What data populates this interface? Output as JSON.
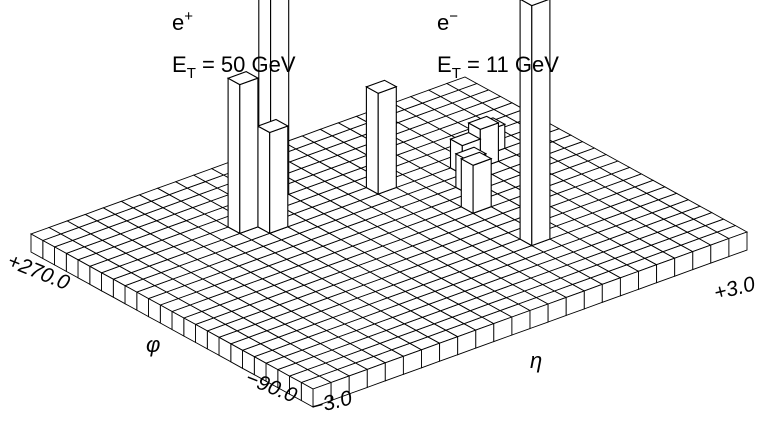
{
  "chart_data": {
    "type": "lego",
    "xlabel": "η",
    "ylabel": "φ",
    "eta_ticks": [
      "−3.0",
      "+3.0"
    ],
    "phi_ticks": [
      "−90.0",
      "+270.0"
    ],
    "annotations": [
      {
        "particle": "e",
        "charge": "+",
        "et_prefix": "E",
        "et_sub": "T",
        "et_value": " = 50 GeV"
      },
      {
        "particle": "e",
        "charge": "−",
        "et_prefix": "E",
        "et_sub": "T",
        "et_value": " = 11 GeV"
      }
    ],
    "towers": [
      {
        "eta_index": 8,
        "phi_index": 16,
        "height": 0.42
      },
      {
        "eta_index": 7,
        "phi_index": 17,
        "height": 0.62
      },
      {
        "eta_index": 16,
        "phi_index": 6,
        "height": 1.0
      },
      {
        "eta_index": 10,
        "phi_index": 19,
        "height": 0.9
      },
      {
        "eta_index": 18,
        "phi_index": 15,
        "height": 0.12
      },
      {
        "eta_index": 19,
        "phi_index": 15,
        "height": 0.16
      },
      {
        "eta_index": 20,
        "phi_index": 16,
        "height": 0.1
      },
      {
        "eta_index": 14,
        "phi_index": 16,
        "height": 0.42
      },
      {
        "eta_index": 16,
        "phi_index": 11,
        "height": 0.2
      },
      {
        "eta_index": 17,
        "phi_index": 13,
        "height": 0.14
      }
    ]
  }
}
